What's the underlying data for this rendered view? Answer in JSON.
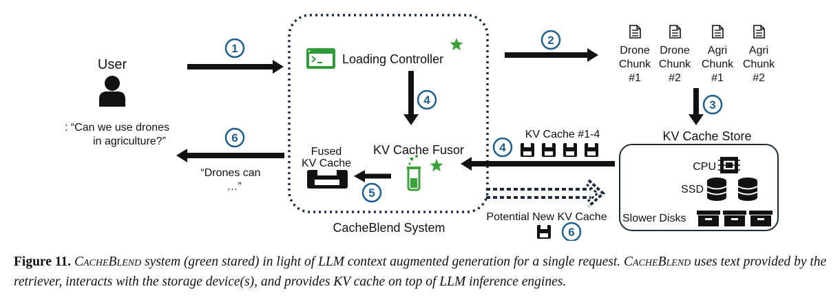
{
  "user": {
    "label": "User",
    "query_line1": ": “Can we use drones",
    "query_line2": "in agriculture?”",
    "answer_line1": "“Drones   can",
    "answer_line2": "…”"
  },
  "system": {
    "label": "CacheBlend System",
    "loading_controller": "Loading Controller",
    "kv_cache_fusor": "KV Cache Fusor",
    "fused_line1": "Fused",
    "fused_line2": "KV Cache"
  },
  "chunks": [
    {
      "line1": "Drone",
      "line2": "Chunk",
      "line3": "#1"
    },
    {
      "line1": "Drone",
      "line2": "Chunk",
      "line3": "#2"
    },
    {
      "line1": "Agri",
      "line2": "Chunk",
      "line3": "#1"
    },
    {
      "line1": "Agri",
      "line2": "Chunk",
      "line3": "#2"
    }
  ],
  "store": {
    "title": "KV Cache Store",
    "cpu": "CPU",
    "ssd": "SSD",
    "slower": "Slower Disks"
  },
  "arrows": {
    "kv_cache_label": "KV Cache #1-4",
    "potential_label": "Potential New  KV Cache"
  },
  "steps": {
    "s1": "1",
    "s2": "2",
    "s3": "3",
    "s4a": "4",
    "s4b": "4",
    "s5": "5",
    "s6a": "6",
    "s6b": "6"
  },
  "caption": {
    "figure": "Figure 11.",
    "p1": " ",
    "sc1": "CacheBlend",
    "p2": " system (green stared) in light of LLM context augmented generation for a single request. ",
    "sc2": "CacheBlend",
    "p3": " uses text provided by the retriever, interacts with the storage device(s), and provides KV cache on top of LLM inference engines."
  },
  "colors": {
    "accent_green": "#3ca23c",
    "step_blue": "#1f5f8b",
    "dark_navy": "#1c2a3a"
  }
}
